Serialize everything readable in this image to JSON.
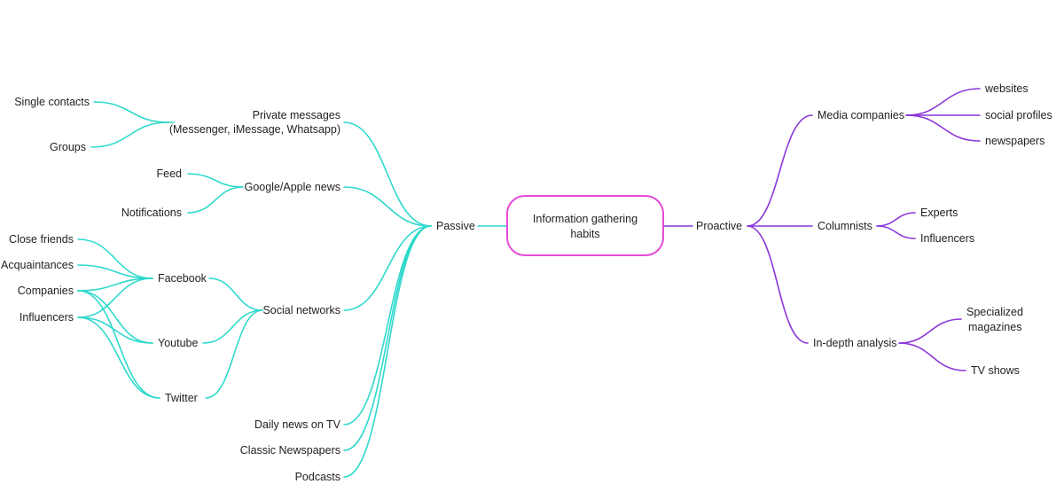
{
  "colors": {
    "passive": "#2ed9cc",
    "proactive": "#8b36d9",
    "center_border": "#e64ad6",
    "text": "#222222"
  },
  "center": {
    "line1": "Information gathering",
    "line2": "habits"
  },
  "passive": {
    "label": "Passive",
    "private_messages": {
      "line1": "Private messages",
      "line2": "(Messenger, iMessage, Whatsapp)",
      "children": [
        "Single contacts",
        "Groups"
      ]
    },
    "google_apple_news": {
      "label": "Google/Apple news",
      "children": [
        "Feed",
        "Notifications"
      ]
    },
    "social_networks": {
      "label": "Social networks",
      "facebook": "Facebook",
      "youtube": "Youtube",
      "twitter": "Twitter",
      "sources": [
        "Close friends",
        "Acquaintances",
        "Companies",
        "Influencers"
      ]
    },
    "daily_news_tv": "Daily news on TV",
    "classic_newspapers": "Classic Newspapers",
    "podcasts": "Podcasts"
  },
  "proactive": {
    "label": "Proactive",
    "media_companies": {
      "label": "Media companies",
      "children": [
        "websites",
        "social profiles",
        "newspapers"
      ]
    },
    "columnists": {
      "label": "Columnists",
      "children": [
        "Experts",
        "Influencers"
      ]
    },
    "in_depth_analysis": {
      "label": "In-depth analysis",
      "specialized_line1": "Specialized",
      "specialized_line2": "magazines",
      "tv_shows": "TV shows"
    }
  }
}
